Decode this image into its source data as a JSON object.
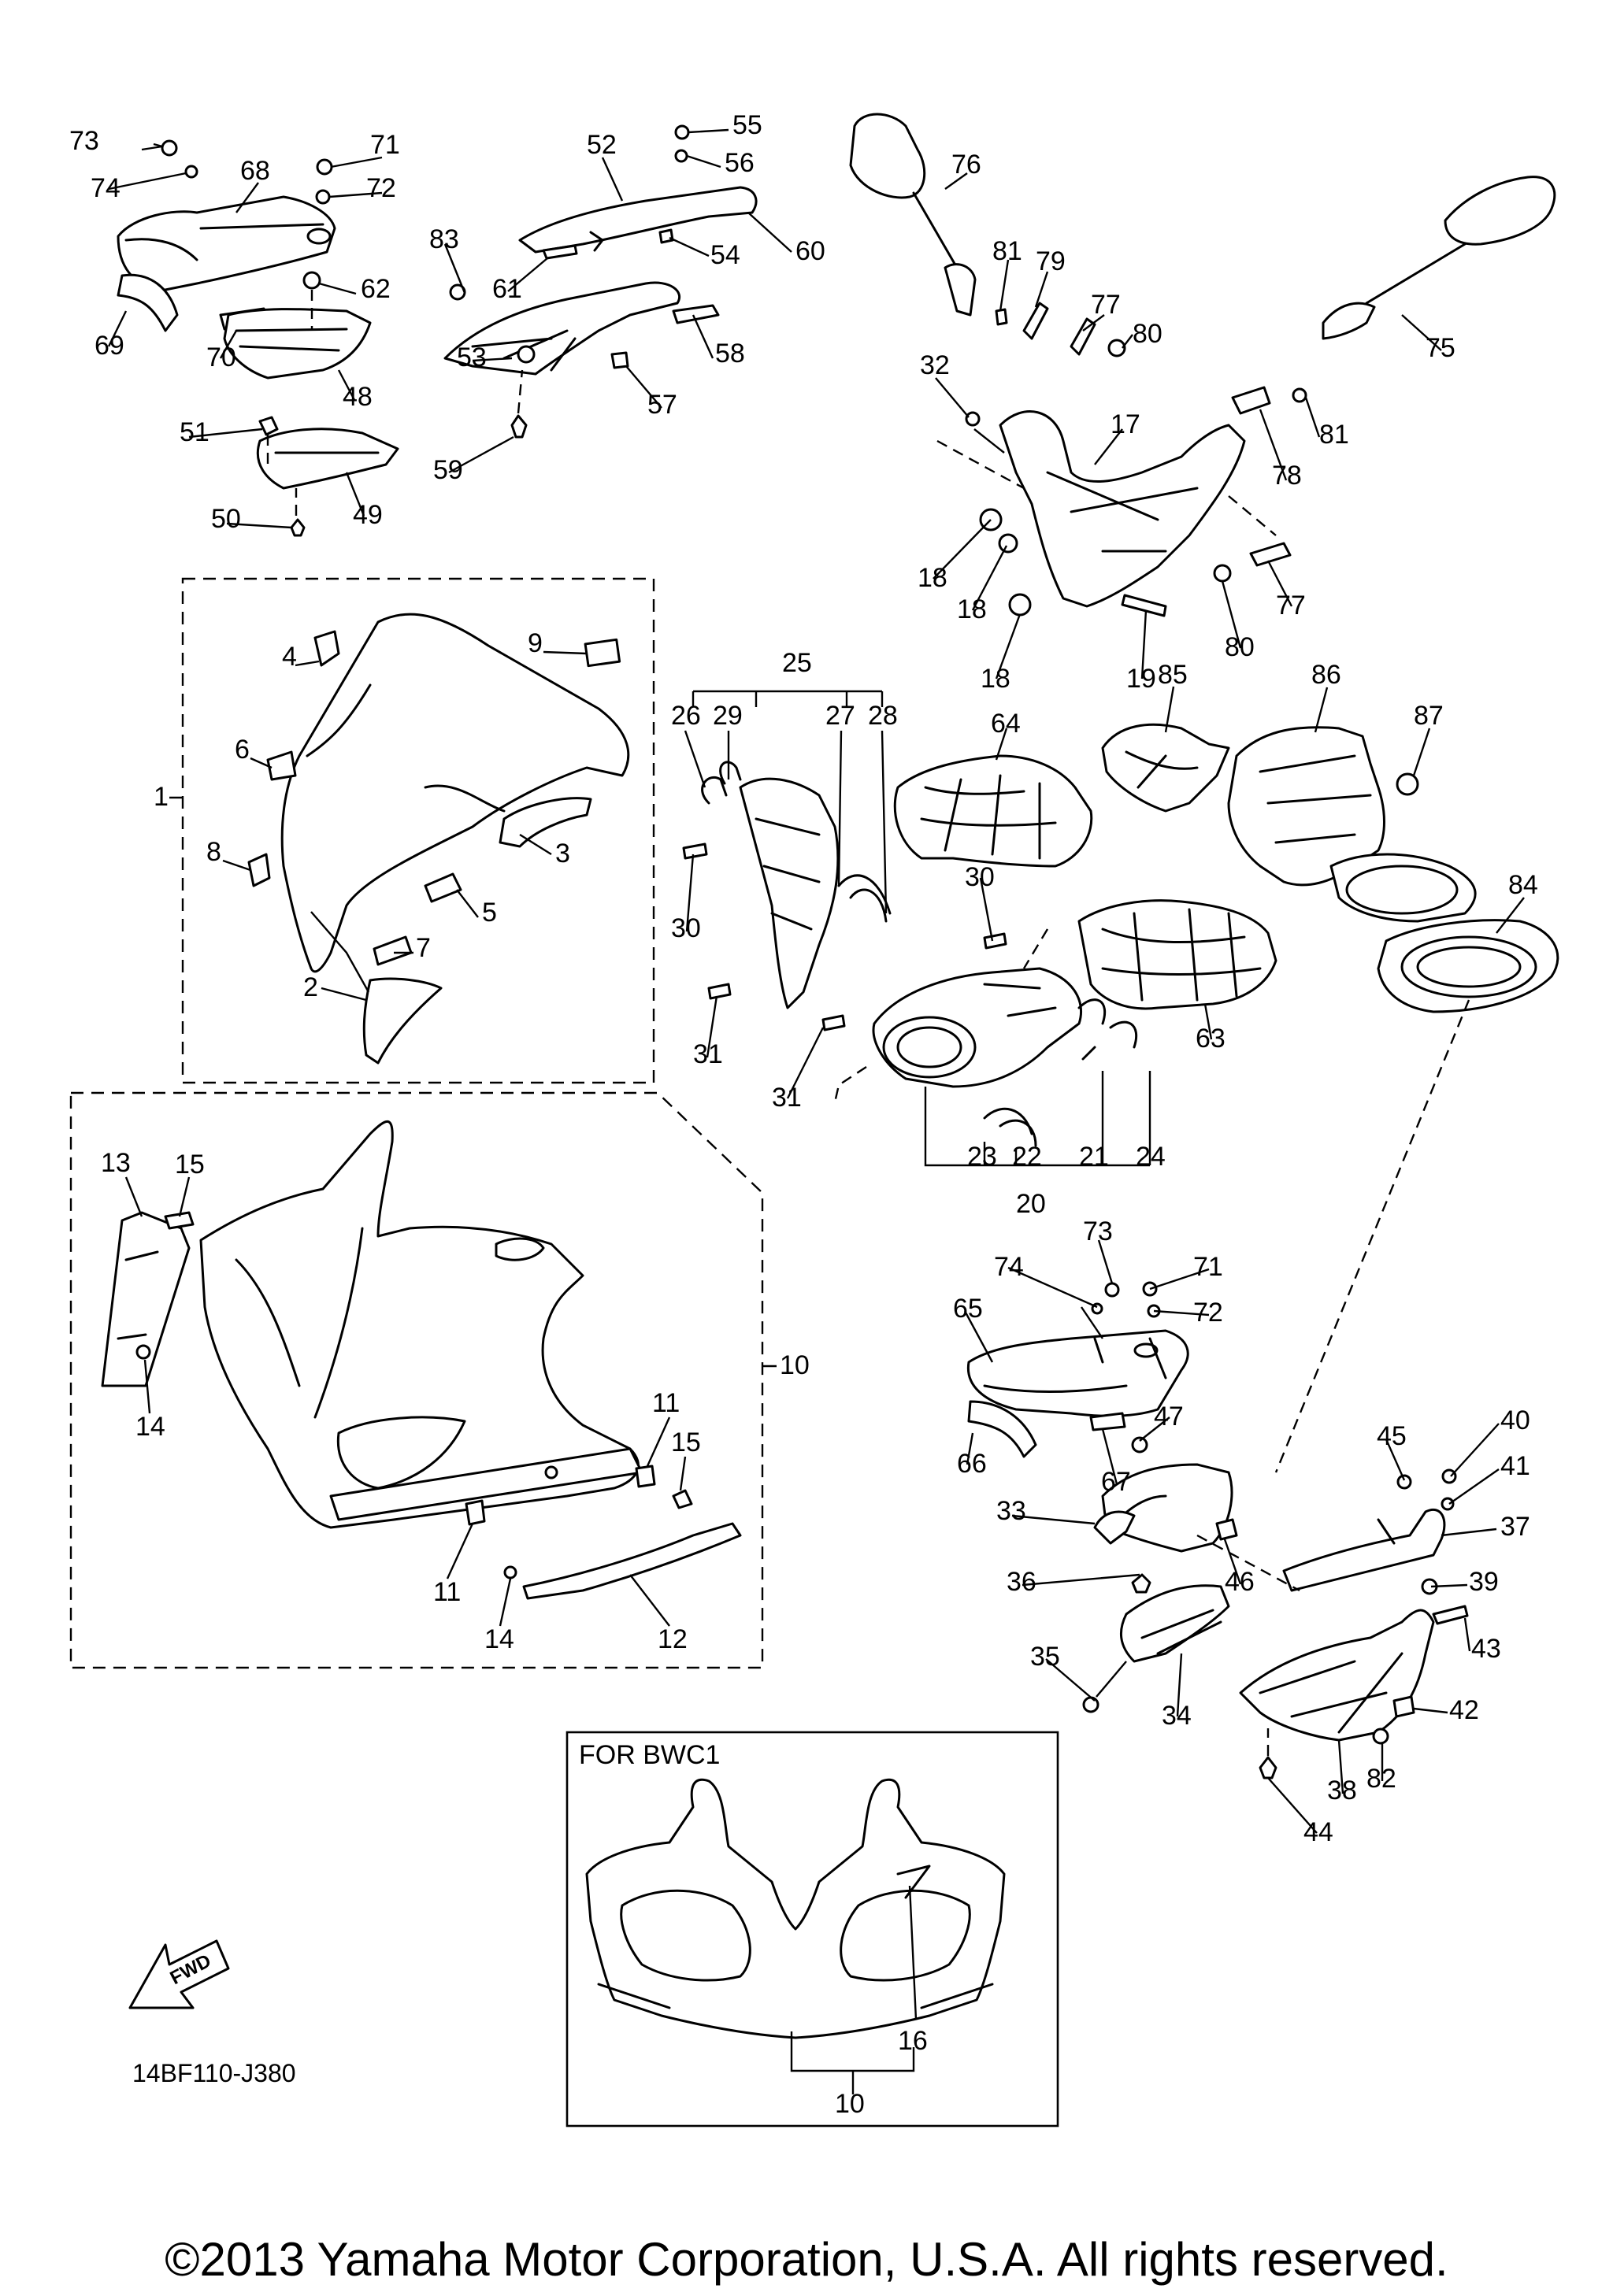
{
  "document": {
    "diagram_code": "14BF110-J380",
    "copyright": "©2013 Yamaha Motor Corporation, U.S.A. All rights reserved.",
    "variant_box_label": "FOR BWC1",
    "fwd_label": "FWD"
  },
  "callouts": {
    "n1": "1",
    "n2": "2",
    "n3": "3",
    "n4": "4",
    "n5": "5",
    "n6": "6",
    "n7": "7",
    "n8": "8",
    "n9": "9",
    "n10": "10",
    "n10b": "10",
    "n11": "11",
    "n11b": "11",
    "n12": "12",
    "n13": "13",
    "n14": "14",
    "n14b": "14",
    "n15": "15",
    "n15b": "15",
    "n16": "16",
    "n17": "17",
    "n18a": "18",
    "n18b": "18",
    "n18c": "18",
    "n19": "19",
    "n20": "20",
    "n21": "21",
    "n22": "22",
    "n23": "23",
    "n24": "24",
    "n25": "25",
    "n26": "26",
    "n27": "27",
    "n28": "28",
    "n29": "29",
    "n30a": "30",
    "n30b": "30",
    "n31a": "31",
    "n31b": "31",
    "n32": "32",
    "n33": "33",
    "n34": "34",
    "n35": "35",
    "n36": "36",
    "n37": "37",
    "n38": "38",
    "n39": "39",
    "n40": "40",
    "n41": "41",
    "n42": "42",
    "n43": "43",
    "n44": "44",
    "n45": "45",
    "n46": "46",
    "n47": "47",
    "n48": "48",
    "n49": "49",
    "n50": "50",
    "n51": "51",
    "n52": "52",
    "n53": "53",
    "n54": "54",
    "n55": "55",
    "n56": "56",
    "n57": "57",
    "n58": "58",
    "n59": "59",
    "n60": "60",
    "n61": "61",
    "n62": "62",
    "n63": "63",
    "n64": "64",
    "n65": "65",
    "n66": "66",
    "n67": "67",
    "n68": "68",
    "n69": "69",
    "n70": "70",
    "n71a": "71",
    "n71b": "71",
    "n72a": "72",
    "n72b": "72",
    "n73a": "73",
    "n73b": "73",
    "n74a": "74",
    "n74b": "74",
    "n75": "75",
    "n76": "76",
    "n77a": "77",
    "n77b": "77",
    "n78": "78",
    "n79": "79",
    "n80a": "80",
    "n80b": "80",
    "n81a": "81",
    "n81b": "81",
    "n82": "82",
    "n83": "83",
    "n84": "84",
    "n85": "85",
    "n86": "86",
    "n87": "87"
  }
}
